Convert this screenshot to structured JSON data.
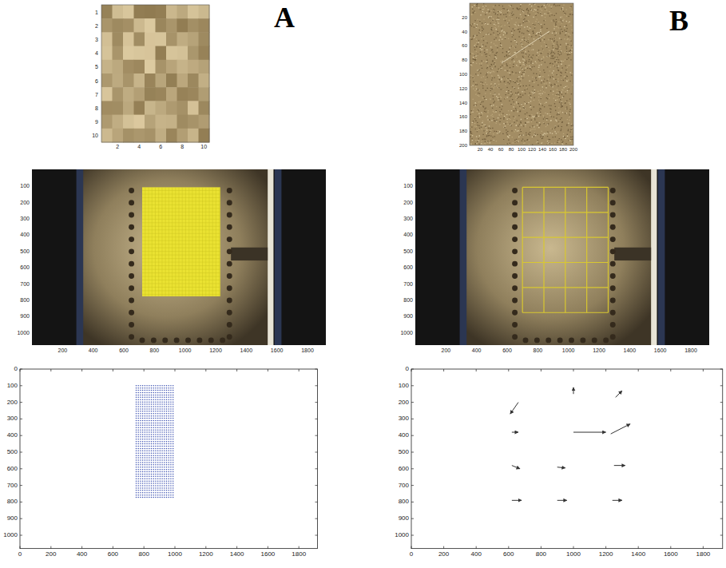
{
  "diagram": {
    "labels": [
      "A",
      "B",
      "1",
      "2",
      "3",
      "4",
      "5",
      "6",
      "7",
      "8",
      "9",
      "10",
      "2",
      "4",
      "6",
      "8",
      "10",
      "20",
      "40",
      "60",
      "80",
      "100",
      "120",
      "140",
      "160",
      "180",
      "200",
      "20",
      "40",
      "60",
      "80",
      "100",
      "120",
      "140",
      "160",
      "180",
      "200",
      "100",
      "200",
      "300",
      "400",
      "500",
      "600",
      "700",
      "800",
      "900",
      "1000",
      "200",
      "400",
      "600",
      "800",
      "1000",
      "1200",
      "1400",
      "1600",
      "1800",
      "100",
      "200",
      "300",
      "400",
      "500",
      "600",
      "700",
      "800",
      "900",
      "1000",
      "200",
      "400",
      "600",
      "800",
      "1000",
      "1200",
      "1400",
      "1600",
      "1800",
      "0",
      "100",
      "200",
      "300",
      "400",
      "500",
      "600",
      "700",
      "800",
      "900",
      "1000",
      "0",
      "200",
      "400",
      "600",
      "800",
      "1000",
      "1200",
      "1400",
      "1600",
      "1800",
      "0",
      "100",
      "200",
      "300",
      "400",
      "500",
      "600",
      "700",
      "800",
      "900",
      "1000",
      "0",
      "200",
      "400",
      "600",
      "800",
      "1000",
      "1200",
      "1400",
      "1600",
      "1800"
    ]
  }
}
